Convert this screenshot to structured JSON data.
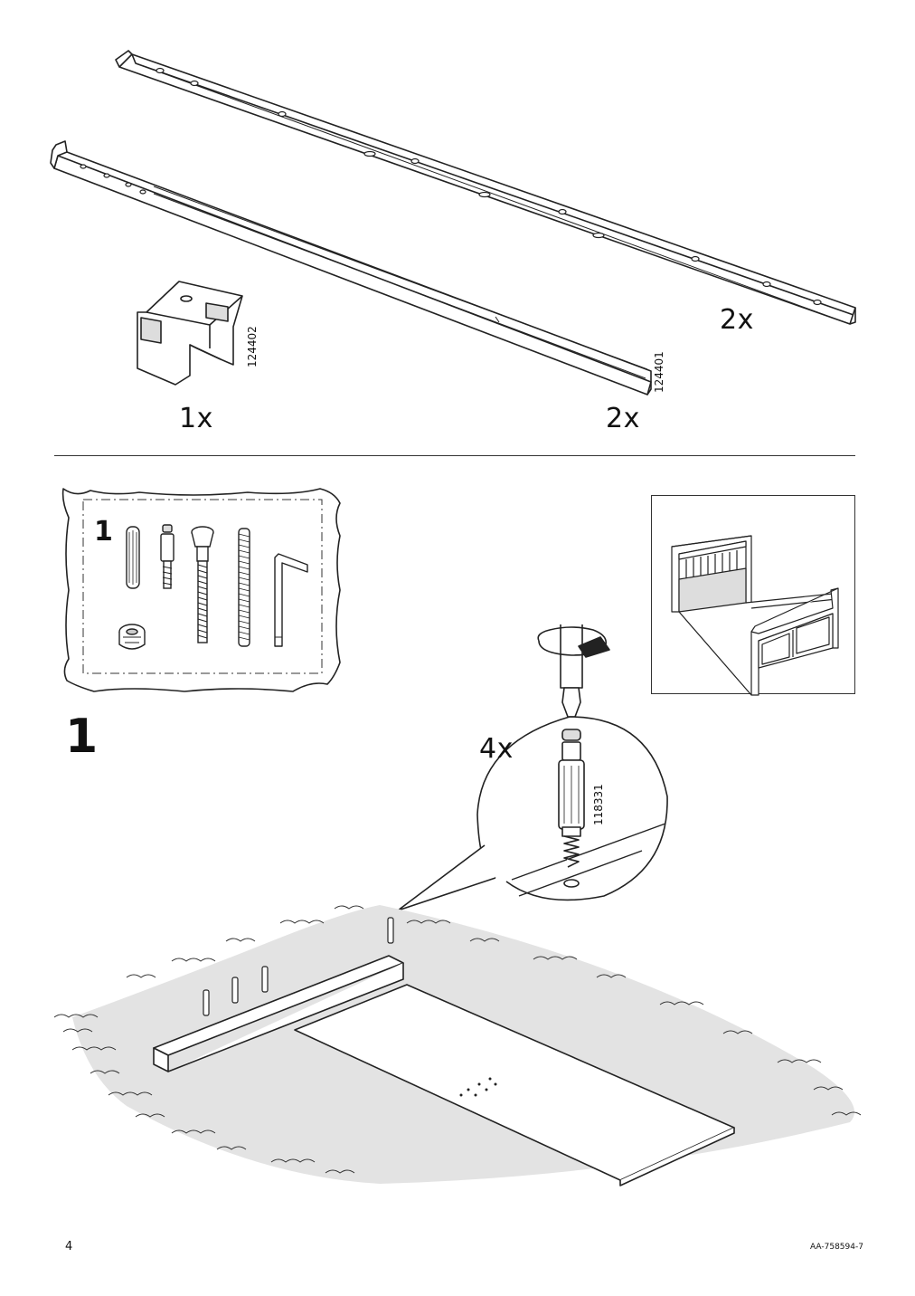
{
  "parts": {
    "rail_long": {
      "qty": "2x"
    },
    "rail_side": {
      "qty": "2x",
      "part_number": "124401"
    },
    "bracket": {
      "qty": "1x",
      "part_number": "124402"
    }
  },
  "bag": {
    "number": "1"
  },
  "step": {
    "number": "1",
    "dowel_qty": "4x",
    "dowel_part_number": "118331"
  },
  "footer": {
    "page_number": "4",
    "doc_code": "AA-758594-7"
  }
}
